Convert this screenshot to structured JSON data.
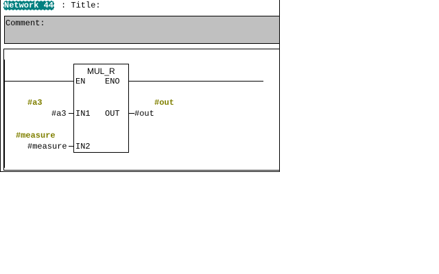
{
  "network": {
    "label": "Network 44",
    "title_label": ": Title:",
    "comment_label": "Comment:"
  },
  "block": {
    "name": "MUL_R",
    "pins": {
      "en": "EN",
      "eno": "ENO",
      "in1": "IN1",
      "out": "OUT",
      "in2": "IN2"
    }
  },
  "operands": {
    "in1": {
      "symbol": "#a3",
      "address": "#a3"
    },
    "in2": {
      "symbol": "#measure",
      "address": "#measure"
    },
    "out": {
      "symbol": "#out",
      "address": "#out"
    }
  },
  "colors": {
    "network_label_bg": "#008080",
    "comment_bg": "#c0c0c0",
    "symbol": "#808000"
  }
}
